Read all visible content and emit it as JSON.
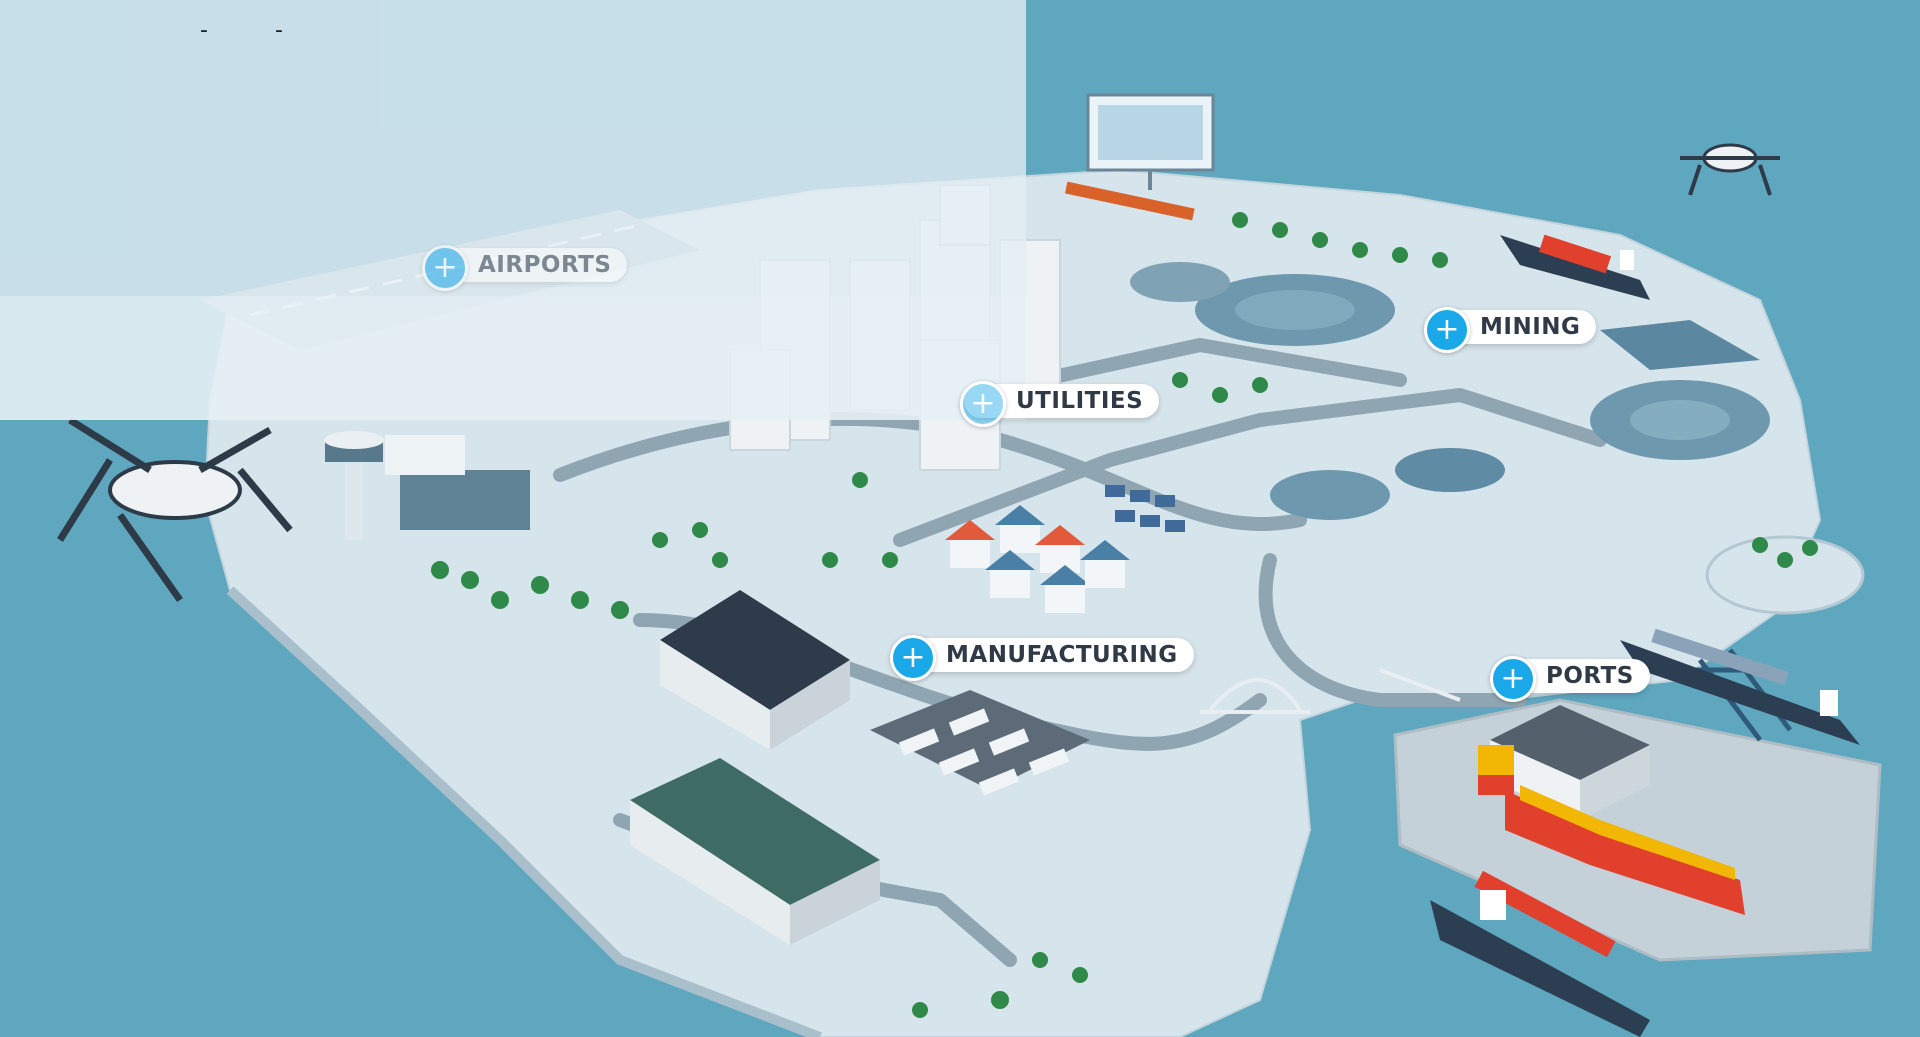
{
  "hotspots": {
    "airports": {
      "label": "AIRPORTS",
      "icon": "plus-icon"
    },
    "utilities": {
      "label": "UTILITIES",
      "icon": "plus-icon"
    },
    "mining": {
      "label": "MINING",
      "icon": "plus-icon"
    },
    "manufacturing": {
      "label": "MANUFACTURING",
      "icon": "plus-icon"
    },
    "ports": {
      "label": "PORTS",
      "icon": "plus-icon"
    }
  },
  "top_marks": [
    "-",
    "-"
  ],
  "colors": {
    "sea": "#5fa6bf",
    "land": "#d7e5ec",
    "accent": "#1aa8e8",
    "label_text": "#2f3a46",
    "container_red": "#e0402c",
    "container_yellow": "#f2b705"
  }
}
